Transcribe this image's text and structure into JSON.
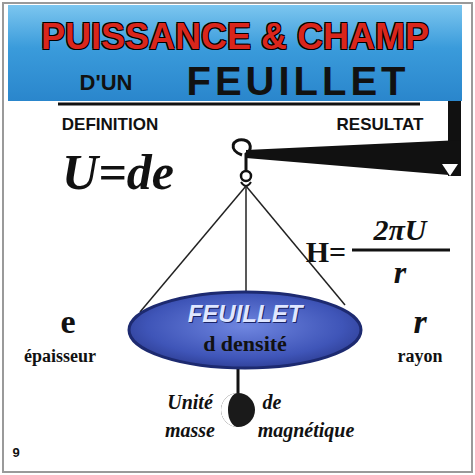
{
  "diagram": {
    "nodes": [
      {
        "text": [
          "PUISSANCE & CHAMP",
          "D'UN",
          "FEUILLET"
        ]
      },
      {
        "text": [
          "FEUILLET",
          "d densité"
        ]
      }
    ],
    "labels": [
      "DEFINITION",
      "RESULTAT",
      "U=de",
      "H=",
      "2πU",
      "r",
      "e",
      "épaisseur",
      "r",
      "rayon",
      "Unité",
      "de",
      "masse",
      "magnétique",
      "9"
    ]
  }
}
